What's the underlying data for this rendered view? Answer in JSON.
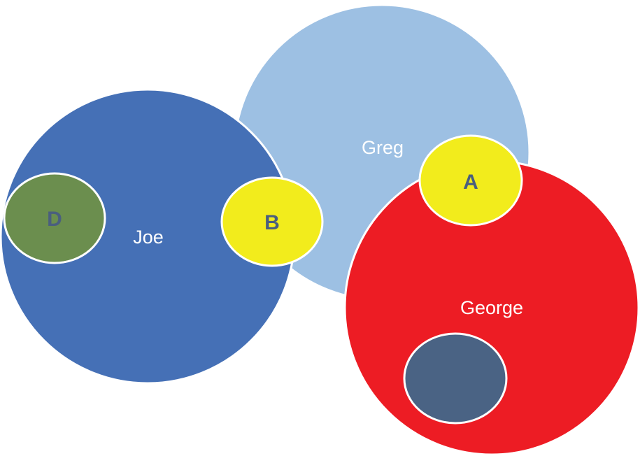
{
  "sets": {
    "greg": {
      "label": "Greg",
      "color": "#9dc0e3"
    },
    "joe": {
      "label": "Joe",
      "color": "#4570b6"
    },
    "george": {
      "label": "George",
      "color": "#ed1c24"
    }
  },
  "regions": {
    "a": {
      "label": "A",
      "color": "#f2ec1c"
    },
    "b": {
      "label": "B",
      "color": "#f2ec1c"
    },
    "d": {
      "label": "D",
      "color": "#6b8e4e"
    },
    "george_inner": {
      "label": "",
      "color": "#4a6384"
    }
  },
  "outline_color": "#ffffff",
  "region_label_color": "#4a5f7e"
}
